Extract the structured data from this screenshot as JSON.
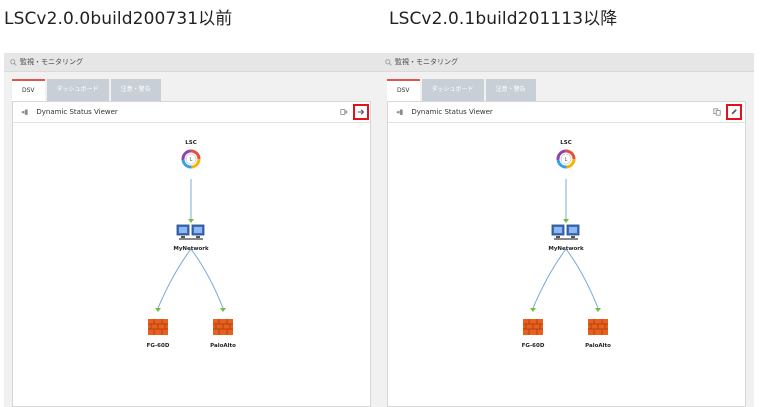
{
  "titles": {
    "left": "LSCv2.0.0build200731以前",
    "right": "LSCv2.0.1build201113以降"
  },
  "panels": [
    {
      "search_label": "監視・モニタリング",
      "tabs": [
        {
          "label": "DSV",
          "active": true
        },
        {
          "label": "ダッシュボード",
          "active": false
        },
        {
          "label": "注意・警告",
          "active": false
        }
      ],
      "card_title": "Dynamic Status Viewer",
      "header_icons": {
        "plain": "export-icon",
        "highlighted": "arrow-right-icon"
      },
      "nodes": {
        "lsc": "LSC",
        "network": "MyNetwork",
        "fw1": "FG-60D",
        "fw2": "PaloAlto"
      }
    },
    {
      "search_label": "監視・モニタリング",
      "tabs": [
        {
          "label": "DSV",
          "active": true
        },
        {
          "label": "ダッシュボード",
          "active": false
        },
        {
          "label": "注意・警告",
          "active": false
        }
      ],
      "card_title": "Dynamic Status Viewer",
      "header_icons": {
        "plain": "copy-icon",
        "highlighted": "edit-pencil-icon"
      },
      "nodes": {
        "lsc": "LSC",
        "network": "MyNetwork",
        "fw1": "FG-60D",
        "fw2": "PaloAlto"
      }
    }
  ],
  "colors": {
    "highlight_box": "#e0121c",
    "tab_accent": "#e0554c",
    "link_line": "#7aa9d8",
    "firewall": "#e9601e"
  }
}
